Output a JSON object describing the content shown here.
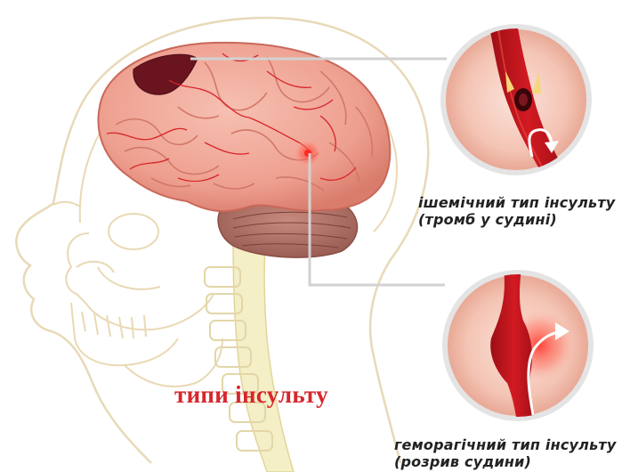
{
  "diagram": {
    "title": "типи інсульту",
    "ischemic": {
      "line1": "ішемічний тип інсульту",
      "line2": "(тромб у судині)"
    },
    "hemorrhagic": {
      "line1": "геморагічний тип інсульту",
      "line2": "(розрив судини)"
    }
  },
  "colors": {
    "title": "#d7262c",
    "vessel": "#c0161e",
    "brain": "#f0a79a",
    "outline": "#e8d9b8"
  }
}
